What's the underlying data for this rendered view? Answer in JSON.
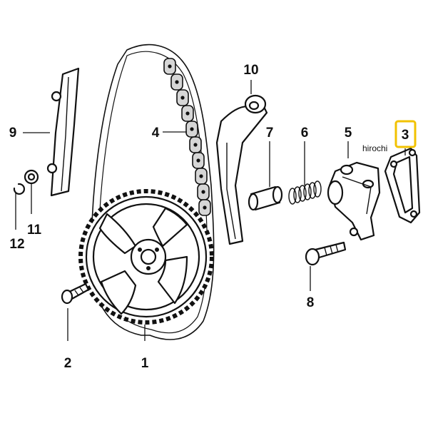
{
  "callouts": [
    {
      "id": "1",
      "label": "1"
    },
    {
      "id": "2",
      "label": "2"
    },
    {
      "id": "3",
      "label": "3"
    },
    {
      "id": "4",
      "label": "4"
    },
    {
      "id": "5",
      "label": "5"
    },
    {
      "id": "6",
      "label": "6"
    },
    {
      "id": "7",
      "label": "7"
    },
    {
      "id": "8",
      "label": "8"
    },
    {
      "id": "9",
      "label": "9"
    },
    {
      "id": "10",
      "label": "10"
    },
    {
      "id": "11",
      "label": "11"
    },
    {
      "id": "12",
      "label": "12"
    }
  ],
  "highlight": {
    "callout": "3",
    "color": "#f2c200"
  },
  "watermark": "hirochi",
  "colors": {
    "line": "#111111",
    "background": "#ffffff",
    "highlight": "#f2c200"
  }
}
